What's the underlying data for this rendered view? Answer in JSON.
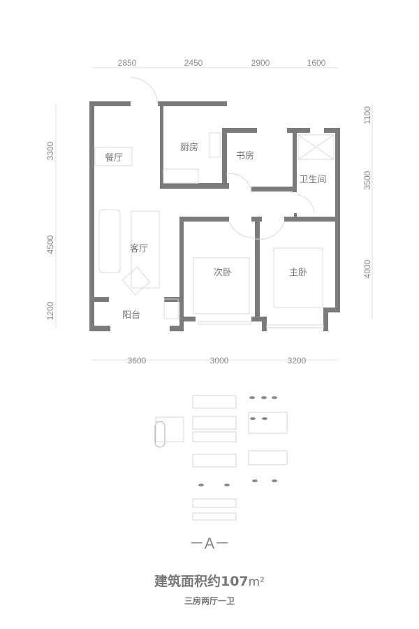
{
  "plan": {
    "dims_top": [
      "2850",
      "2450",
      "2900",
      "1600"
    ],
    "dims_bottom": [
      "3600",
      "3000",
      "3200"
    ],
    "dims_left": [
      "3300",
      "4500",
      "1200"
    ],
    "dims_right": [
      "1100",
      "3500",
      "4000"
    ],
    "rooms": {
      "dining": "餐厅",
      "kitchen": "厨房",
      "study": "书房",
      "bathroom": "卫生间",
      "living": "客厅",
      "second_bedroom": "次卧",
      "master_bedroom": "主卧",
      "balcony": "阳台"
    }
  },
  "unit_label": "－A－",
  "area_text": "建筑面积约107",
  "area_unit": "m²",
  "layout_text": "三房两厅一卫",
  "colors": {
    "wall": "#7b7b7b",
    "text": "#777777"
  }
}
